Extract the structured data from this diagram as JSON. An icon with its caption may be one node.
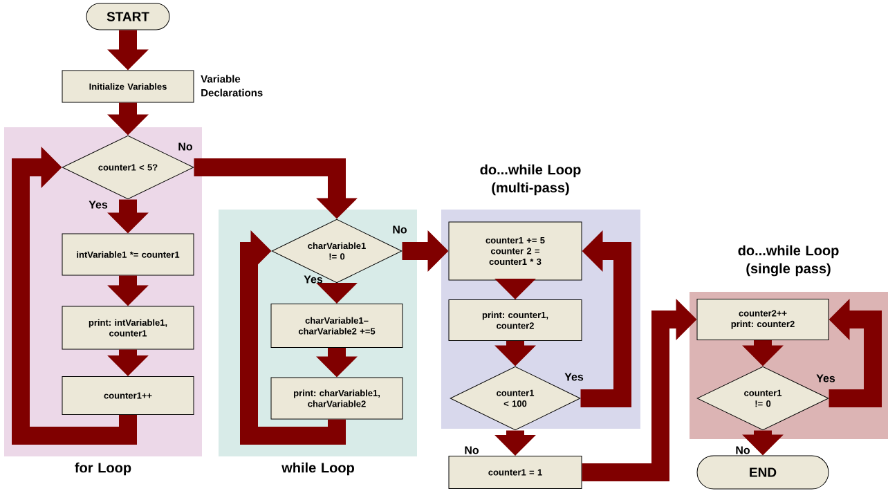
{
  "diagram": {
    "nodes": [
      {
        "text": [
          "START"
        ]
      },
      {
        "text": [
          "Initialize Variables"
        ],
        "beside": [
          "Variable Declarations"
        ]
      },
      {
        "text": [
          "for Loop"
        ]
      },
      {
        "text": [
          "counter1 < 5?"
        ],
        "in": 2
      },
      {
        "text": [
          "intVariable1 *= counter1"
        ],
        "in": 2
      },
      {
        "text": [
          "print: intVariable1, counter1"
        ],
        "in": 2
      },
      {
        "text": [
          "counter1++"
        ],
        "in": 2
      },
      {
        "text": [
          "while Loop"
        ]
      },
      {
        "text": [
          "charVariable1 != 0"
        ],
        "in": 7
      },
      {
        "text": [
          "charVariable1– charVariable2 +=5"
        ],
        "in": 7
      },
      {
        "text": [
          "print: charVariable1, charVariable2"
        ],
        "in": 7
      },
      {
        "text": [
          "do...while Loop (multi-pass)"
        ]
      },
      {
        "text": [
          "counter1 += 5 counter 2 = counter1 * 3"
        ],
        "in": 11
      },
      {
        "text": [
          "print: counter1, counter2"
        ],
        "in": 11
      },
      {
        "text": [
          "counter1 < 100"
        ],
        "in": 11
      },
      {
        "text": [
          "counter1 = 1"
        ]
      },
      {
        "text": [
          "do...while Loop (single pass)"
        ]
      },
      {
        "text": [
          "counter2++ print: counter2"
        ],
        "in": 16
      },
      {
        "text": [
          "counter1 != 0"
        ],
        "in": 16
      },
      {
        "text": [
          "END"
        ]
      }
    ],
    "edges": [
      {
        "from": 0,
        "to": 1,
        "arrow": "to"
      },
      {
        "from": 1,
        "to": 3,
        "arrow": "to"
      },
      {
        "from": 3,
        "to": 4,
        "arrow": "to",
        "label": "Yes"
      },
      {
        "from": 4,
        "to": 5,
        "arrow": "to"
      },
      {
        "from": 5,
        "to": 6,
        "arrow": "to"
      },
      {
        "from": 6,
        "to": 3,
        "arrow": "to"
      },
      {
        "from": 3,
        "to": 8,
        "arrow": "to",
        "label": "No"
      },
      {
        "from": 8,
        "to": 9,
        "arrow": "to",
        "label": "Yes"
      },
      {
        "from": 9,
        "to": 10,
        "arrow": "to"
      },
      {
        "from": 10,
        "to": 8,
        "arrow": "to"
      },
      {
        "from": 8,
        "to": 12,
        "arrow": "to",
        "label": "No"
      },
      {
        "from": 12,
        "to": 13,
        "arrow": "to"
      },
      {
        "from": 13,
        "to": 14,
        "arrow": "to"
      },
      {
        "from": 14,
        "to": 12,
        "arrow": "to",
        "label": "Yes"
      },
      {
        "from": 14,
        "to": 15,
        "arrow": "to",
        "label": "No"
      },
      {
        "from": 15,
        "to": 17,
        "arrow": "to"
      },
      {
        "from": 17,
        "to": 18,
        "arrow": "to"
      },
      {
        "from": 18,
        "to": 17,
        "arrow": "to",
        "label": "Yes"
      },
      {
        "from": 18,
        "to": 19,
        "arrow": "to",
        "label": "No"
      }
    ]
  }
}
